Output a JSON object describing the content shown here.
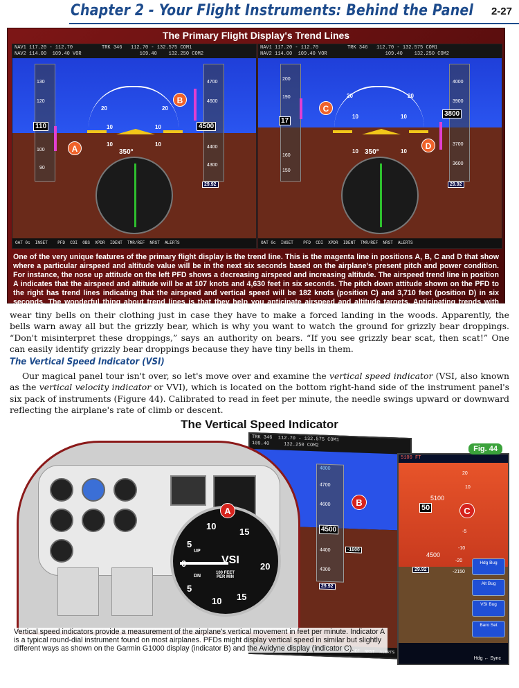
{
  "header": {
    "title": "Chapter 2 - Your Flight Instruments: Behind the Panel",
    "page": "2-27"
  },
  "figure1": {
    "title": "The Primary Flight Display's Trend Lines",
    "markers": [
      "A",
      "B",
      "C",
      "D"
    ],
    "left_pfd": {
      "top_bar": "NAV1 117.20 - 112.70          TRK 346   112.70 - 132.575 COM1\nNAV2 114.00  109.40 VOR                    109.40    132.250 COM2",
      "bottom_bar": "OAT 0c  INSET    PFD  CDI  OBS  XPDR  IDENT  TMR/REF  NRST  ALERTS",
      "airspeed_current": "110",
      "airspeed_ticks": [
        "130",
        "120",
        "100",
        "90"
      ],
      "altitude_current": "4500",
      "altitude_ticks": [
        "4700",
        "4600",
        "4400",
        "4300"
      ],
      "heading": "350°",
      "pitch_labels": [
        "20",
        "20",
        "10",
        "10",
        "10",
        "10"
      ],
      "baro": "29.92"
    },
    "right_pfd": {
      "top_bar": "NAV1 117.20 - 112.70          TRK 346   112.70 - 132.575 COM1\nNAV2 114.00  109.40 VOR                    109.40    132.250 COM2",
      "bottom_bar": "OAT 0c  INSET    PFD  CDI  XPDR  IDENT  TMR/REF  NRST  ALERTS",
      "airspeed_current": "17",
      "airspeed_ticks": [
        "200",
        "190",
        "160",
        "150"
      ],
      "altitude_current": "3800",
      "altitude_ticks": [
        "4000",
        "3900",
        "3700",
        "3600"
      ],
      "heading": "350°",
      "pitch_labels": [
        "20",
        "20",
        "10",
        "10",
        "10",
        "10"
      ],
      "baro": "29.92"
    },
    "caption": "One of the very unique features of the primary flight display is the trend line. This is the magenta line in positions A, B, C and D that show where a particular airspeed and altitude value will be in the next six seconds based on the airplane's present pitch and power condition. For instance, the nose up attitude on the left PFD shows a decreasing airspeed and increasing altitude. The airspeed trend line in position A indicates that the airspeed and altitude will be at 107 knots and 4,630 feet in six seconds. The pitch down attitude shown on the PFD to the right has trend lines indicating that the airspeed and vertical speed will be 182 knots (position C) and 3,710 feet (position D) in six seconds. The wonderful thing about trend lines is that they help you anticipate airspeed and altitude targets. Anticipating trends with round-dial instruments was more a matter of feel and it takes some time to develop this skill."
  },
  "body": {
    "paragraph1": "wear tiny bells on their clothing just in case they have to make a forced landing in the woods. Apparently, the bells warn away all but the grizzly bear, which is why you want to watch the ground for grizzly bear droppings. “Don't misinterpret these droppings,” says an authority on bears. “If you see grizzly bear scat, then scat!” One can easily identify grizzly bear droppings because they have tiny bells in them.",
    "section_heading": "The Vertical Speed Indicator (VSI)",
    "p2_part1": "Our magical panel tour isn't over, so let's move over and examine the ",
    "p2_term1": "vertical speed indicator",
    "p2_part2": " (VSI, also known as the ",
    "p2_term2": "vertical velocity indicator",
    "p2_part3": " or VVI), which is located on the bottom right-hand side of the instrument panel's six pack of instruments (Figure 44). Calibrated to read in feet per minute, the needle swings upward or downward reflecting the airplane's rate of climb or descent."
  },
  "figure2": {
    "title": "The Vertical Speed Indicator",
    "badge": "Fig. 44",
    "markers": [
      "A",
      "B",
      "C"
    ],
    "vsi_dial": {
      "label": "VSI",
      "up": "UP",
      "dn": "DN",
      "units": "100 FEET\nPER MIN",
      "numbers": [
        "10",
        "15",
        "5",
        "0",
        "20",
        "5",
        "10",
        "15"
      ]
    },
    "garmin": {
      "top": "TRK 346  112.70 - 132.575 COM1\n109.40     132.250 COM2",
      "altitude_current": "4500",
      "altitude_ticks": [
        "4800",
        "4700",
        "4600",
        "4400",
        "4300"
      ],
      "vs_value": "-1600",
      "baro": "29.92",
      "bottom": "INSET   PFD  CDI  OBS  XPDR  IDENT  TMR/REF  NRST  ALERTS"
    },
    "avidyne": {
      "top": "5100 FT",
      "alt_ticks": [
        "5100",
        "4500"
      ],
      "speed_box": "50",
      "vs_ticks": [
        "20",
        "10",
        "-5",
        "-10",
        "-20",
        "-2150"
      ],
      "baro": "29.92",
      "buttons": [
        "Hdg Bug",
        "Alt Bug",
        "VSI Bug",
        "Baro Set"
      ],
      "footer": "Hdg ← Sync"
    },
    "caption": "Vertical speed indicators provide a measurement of the airplane's vertical movement in feet per minute. Indicator A is a typical round-dial instrument found on most airplanes. PFDs might display vertical speed in similar but slightly different ways as shown on the Garmin G1000 display (indicator B) and the Avidyne display (indicator C)."
  }
}
